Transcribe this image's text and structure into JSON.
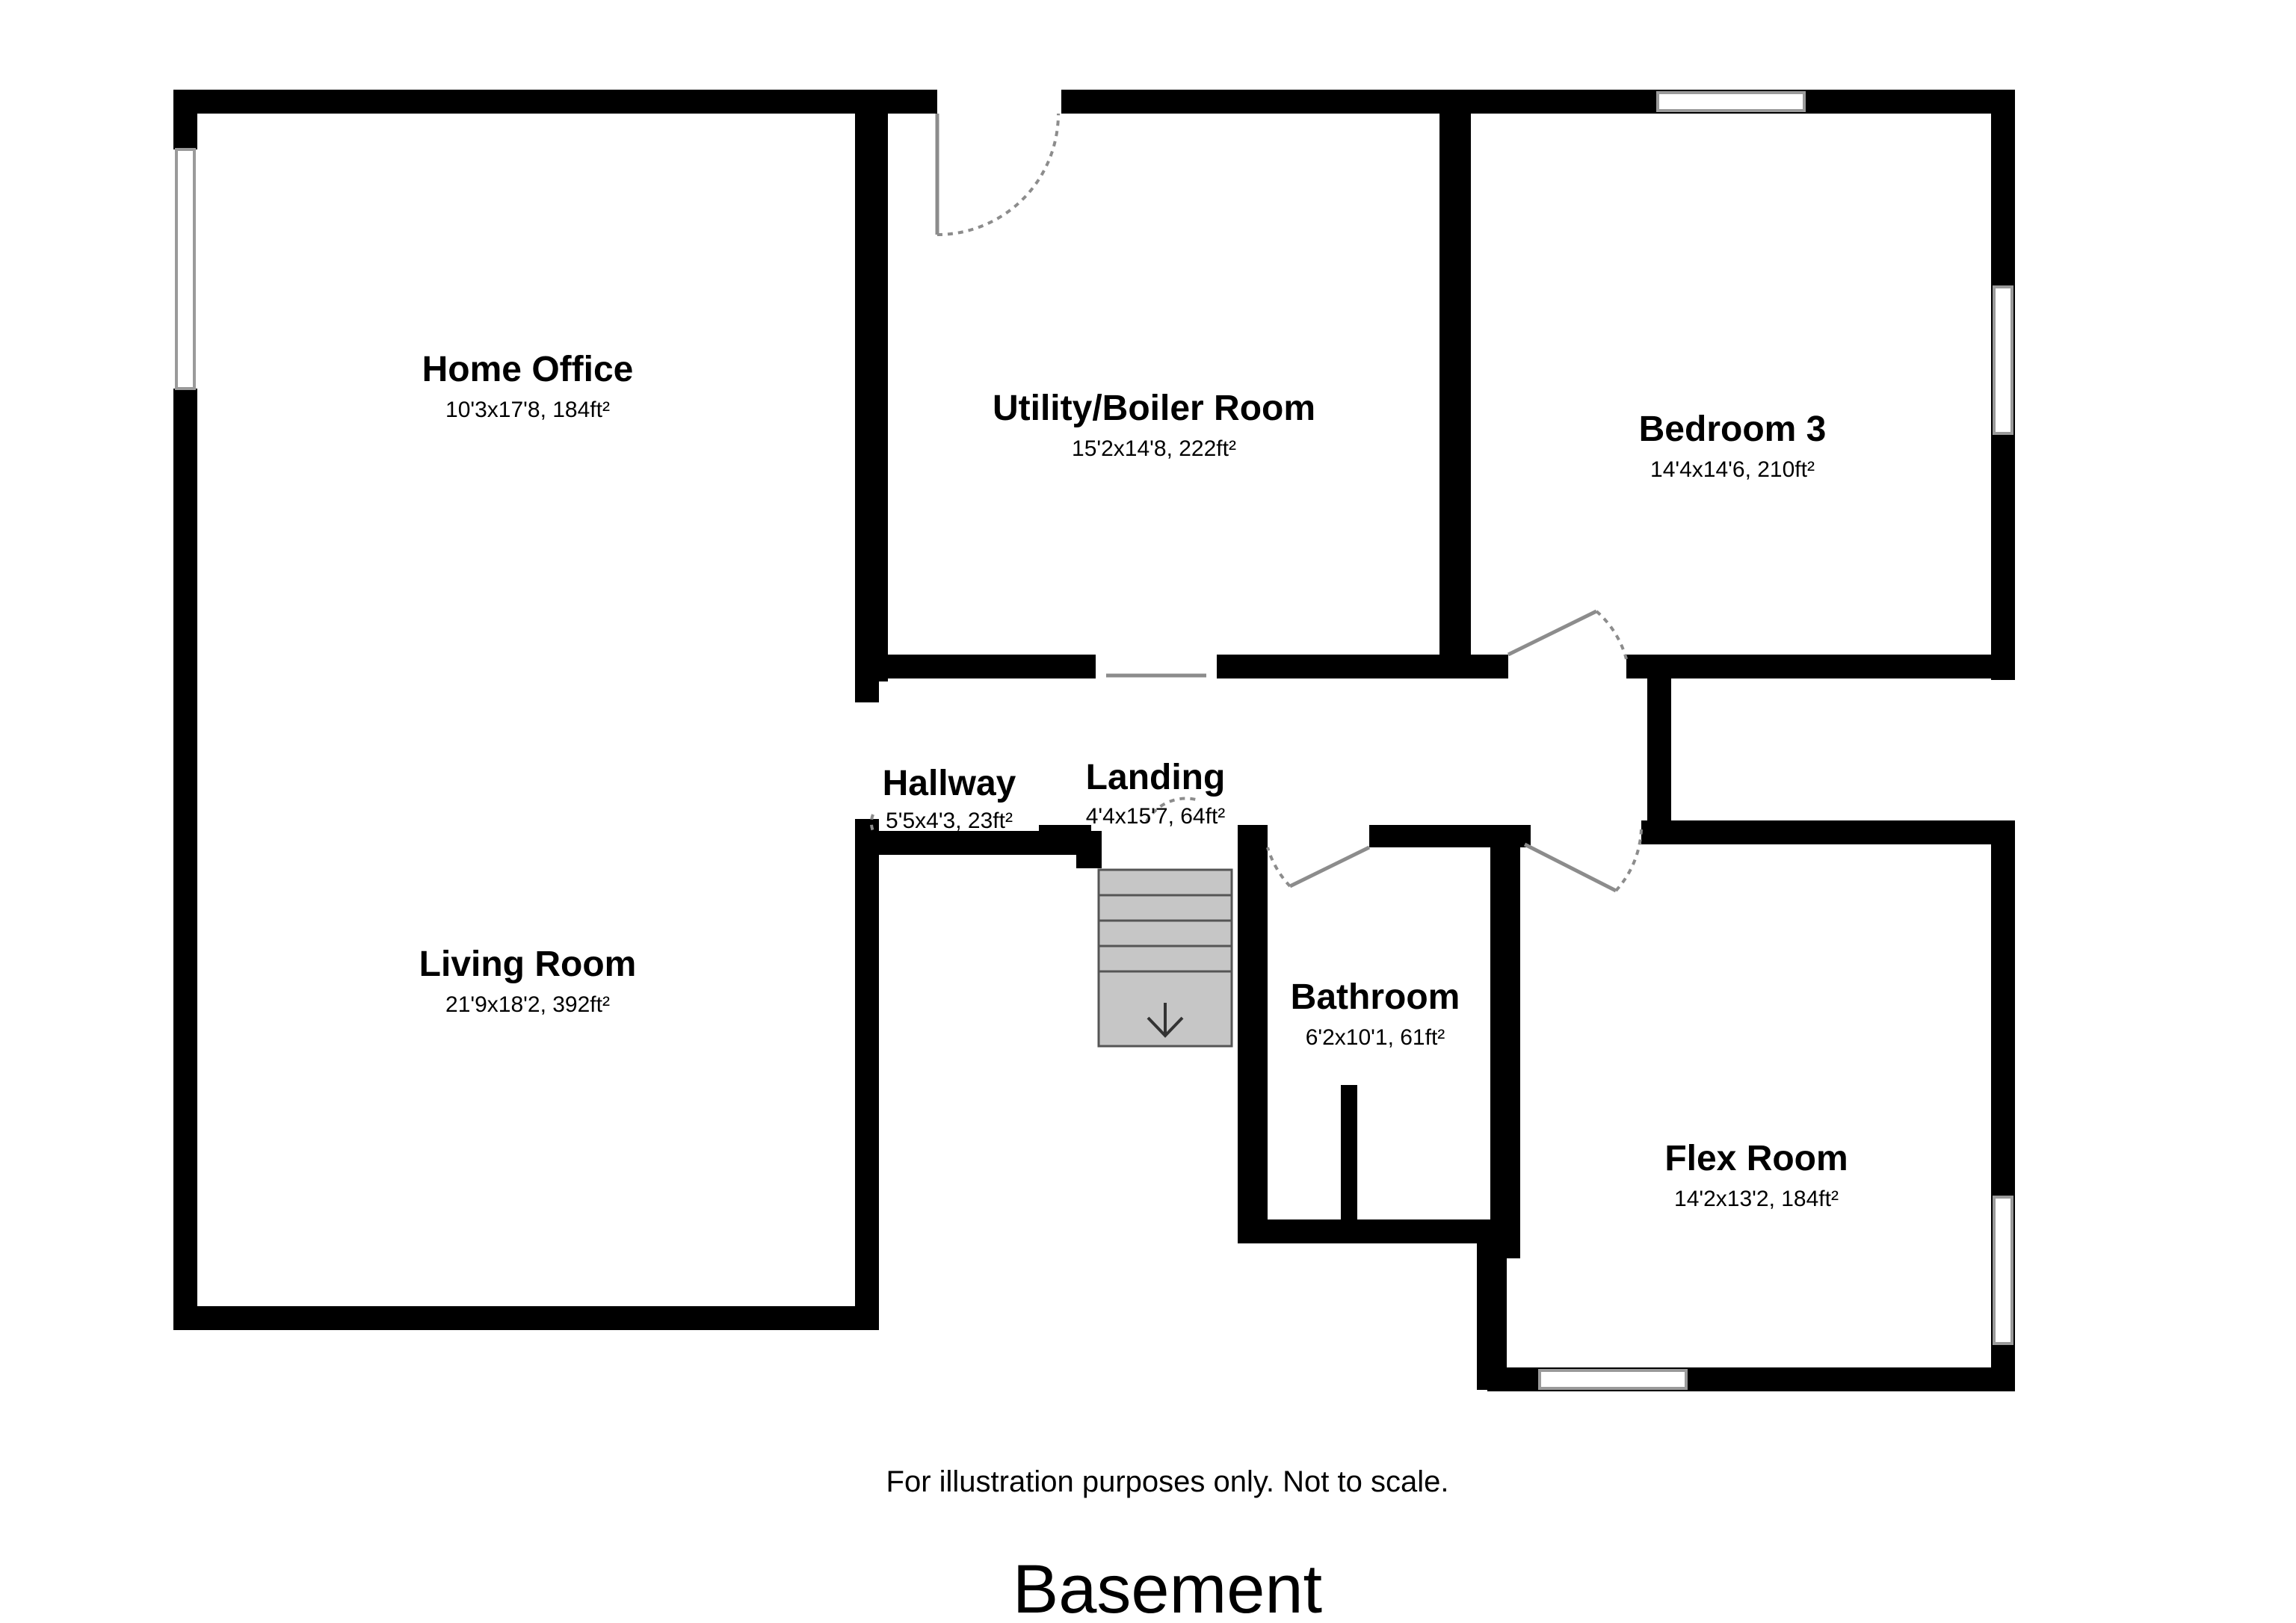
{
  "floor": {
    "title": "Basement",
    "disclaimer": "For illustration purposes only. Not to scale."
  },
  "rooms": {
    "home_office": {
      "name": "Home Office",
      "dims": "10'3x17'8, 184ft²"
    },
    "utility": {
      "name": "Utility/Boiler Room",
      "dims": "15'2x14'8, 222ft²"
    },
    "bedroom3": {
      "name": "Bedroom 3",
      "dims": "14'4x14'6, 210ft²"
    },
    "hallway": {
      "name": "Hallway",
      "dims": "5'5x4'3, 23ft²"
    },
    "landing": {
      "name": "Landing",
      "dims": "4'4x15'7, 64ft²"
    },
    "living_room": {
      "name": "Living Room",
      "dims": "21'9x18'2, 392ft²"
    },
    "bathroom": {
      "name": "Bathroom",
      "dims": "6'2x10'1, 61ft²"
    },
    "flex_room": {
      "name": "Flex Room",
      "dims": "14'2x13'2, 184ft²"
    }
  },
  "colors": {
    "wall": "#000000",
    "window": "#ffffff",
    "door": "#8c8c8c",
    "stairs": "#c6c6c6"
  },
  "icons": {
    "stair_direction": "arrow-down-icon"
  }
}
